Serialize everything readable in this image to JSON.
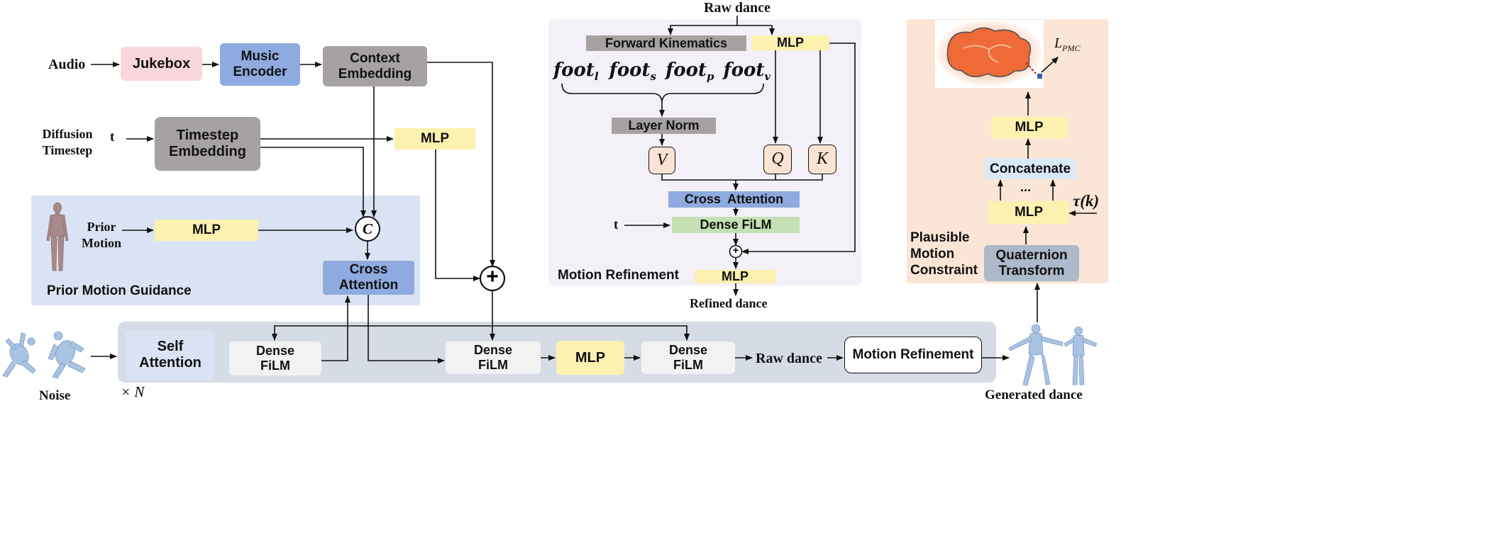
{
  "inputs": {
    "audio": "Audio",
    "diffusion_timestep": "Diffusion Timestep",
    "t": "t",
    "prior_motion": "Prior Motion",
    "noise": "Noise",
    "times_n": "× N"
  },
  "encoders": {
    "jukebox": "Jukebox",
    "music_encoder": "Music Encoder",
    "context_embedding": "Context Embedding",
    "timestep_embedding": "Timestep Embedding",
    "timestep_mlp": "MLP",
    "prior_mlp": "MLP",
    "concat_symbol": "C",
    "cross_attention": "Cross Attention",
    "prior_guidance_title": "Prior Motion Guidance",
    "plus_symbol": "+"
  },
  "main_block": {
    "self_attention": "Self Attention",
    "dense_film_1": "Dense FiLM",
    "dense_film_2": "Dense FiLM",
    "mlp": "MLP",
    "dense_film_3": "Dense FiLM",
    "raw_dance": "Raw dance",
    "motion_refinement": "Motion Refinement",
    "generated_dance": "Generated dance"
  },
  "refinement": {
    "raw_dance": "Raw dance",
    "forward_kinematics": "Forward Kinematics",
    "mlp_top": "MLP",
    "foot_l": "foot",
    "foot_l_sub": "l",
    "foot_s": "foot",
    "foot_s_sub": "s",
    "foot_p": "foot",
    "foot_p_sub": "p",
    "foot_v": "foot",
    "foot_v_sub": "v",
    "layer_norm": "Layer Norm",
    "v": "V",
    "q": "Q",
    "k": "K",
    "cross_attention": "Cross  Attention",
    "t": "t",
    "dense_film": "Dense FiLM",
    "plus_symbol": "+",
    "title": "Motion Refinement",
    "mlp_bottom": "MLP",
    "refined_dance": "Refined dance"
  },
  "plausible": {
    "title": "Plausible Motion Constraint",
    "quaternion_transform": "Quaternion Transform",
    "mlp_lower": "MLP",
    "tau": "τ(k)",
    "dots": "...",
    "concatenate": "Concatenate",
    "mlp_upper": "MLP",
    "loss": "L",
    "loss_sub": "PMC"
  },
  "colors": {
    "pink": "#f9d6dc",
    "blue": "#8eaadf",
    "gray": "#a6a2a2",
    "yellow": "#fdf1b0",
    "light_blue_region": "#dae3f3",
    "main_region": "#d6dce5",
    "purple_region": "#f4f0f8",
    "peach_region": "#fbe5d6",
    "green": "#c5e0b4",
    "orange_box": "#fbe3d3",
    "slate": "#acb9ca",
    "concat_blue": "#dae8f8"
  }
}
